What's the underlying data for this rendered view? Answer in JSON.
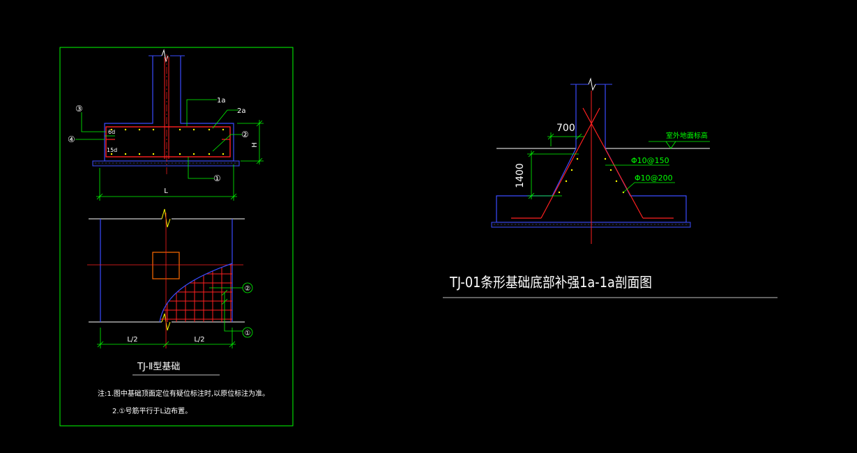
{
  "left_detail": {
    "callouts": {
      "c1a": "1a",
      "c2a": "2a",
      "c2": "②",
      "c3": "③",
      "c4": "④",
      "c1": "①"
    },
    "dims": {
      "six_d": "6d",
      "fifteen_d": "15d",
      "height": "H",
      "length": "L",
      "half_left": "L/2",
      "half_right": "L/2"
    },
    "plan_callouts": {
      "c2": "②",
      "c1": "①"
    },
    "title": "TJ-Ⅱ型基础",
    "note1": "注:1.图中基础顶面定位有疑位标注时,以原位标注为准。",
    "note2": "2.①号筋平行于L边布置。"
  },
  "right_section": {
    "dim_700": "700",
    "dim_1400": "1400",
    "ground_label": "室外地面标高",
    "rebar1": "Φ10@150",
    "rebar2": "Φ10@200",
    "title": "TJ-01条形基础底部补强1a-1a剖面图"
  },
  "colors": {
    "background": "#000000",
    "frame": "#00ff00",
    "concrete": "#3a4bff",
    "rebar": "#ff2020",
    "dimension": "#00ff00",
    "text": "#ffffff"
  }
}
